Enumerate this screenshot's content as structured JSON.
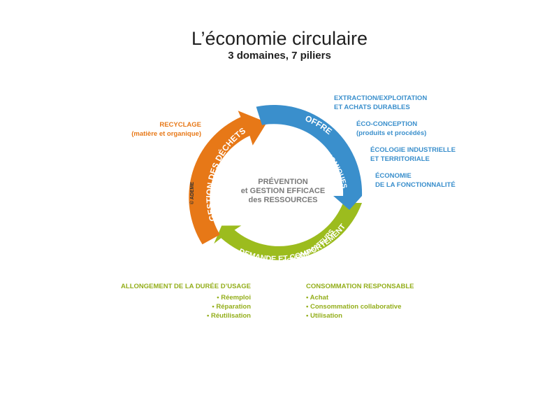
{
  "title": "L’économie circulaire",
  "subtitle": "3 domaines, 7 piliers",
  "center": {
    "line1": "PRÉVENTION",
    "line2": "et GESTION EFFICACE",
    "line3": "des RESSOURCES"
  },
  "domains": {
    "offre": {
      "title": "OFFRE",
      "subtitle": "des ACTEURS ÉCONOMIQUES",
      "color": "#3a8fcc"
    },
    "demande": {
      "title": "DEMANDE ET COMPORTEMENT",
      "subtitle": "des CONSOMMATEURS",
      "color": "#9cbc1e"
    },
    "dechets": {
      "title": "GESTION DES DÉCHETS",
      "color": "#e77817"
    }
  },
  "credit": "© ADEME",
  "pillars": {
    "recyclage": {
      "line1": "RECYCLAGE",
      "line2": "(matière et organique)"
    },
    "extraction": {
      "line1": "EXTRACTION/EXPLOITATION",
      "line2": "ET ACHATS DURABLES"
    },
    "eco_conception": {
      "line1": "ÉCO-CONCEPTION",
      "line2": "(produits et procédés)"
    },
    "ecologie": {
      "line1": "ÉCOLOGIE INDUSTRIELLE",
      "line2": "ET TERRITORIALE"
    },
    "economie": {
      "line1": "ÉCONOMIE",
      "line2": "DE LA FONCTIONNALITÉ"
    },
    "allongement": {
      "title": "ALLONGEMENT DE LA DURÉE D’USAGE",
      "items": [
        "• Réemploi",
        "• Réparation",
        "• Réutilisation"
      ]
    },
    "consommation": {
      "title": "CONSOMMATION RESPONSABLE",
      "items": [
        "• Achat",
        "• Consommation collaborative",
        "• Utilisation"
      ]
    }
  }
}
